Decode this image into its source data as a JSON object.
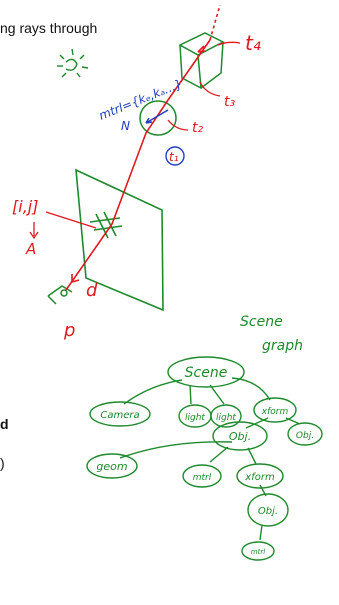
{
  "slide": {
    "heading_fragment": "ng rays through",
    "bold_fragment": "d",
    "paren_fragment": ")"
  },
  "ray_diagram": {
    "label_t4": "t₄",
    "label_t3": "t₃",
    "label_t2": "t₂",
    "label_t1": "t₁",
    "label_N": "N",
    "label_mtrl": "mtrl={kₑ,kₐ...}",
    "label_pixel": "[i,j]",
    "label_A": "A",
    "label_d": "d",
    "label_p": "p"
  },
  "scene_graph": {
    "title_line1": "Scene",
    "title_line2": "graph",
    "nodes": {
      "root": "Scene",
      "camera": "Camera",
      "light1": "light",
      "light2": "light",
      "xform1": "xform",
      "obj1": "Obj.",
      "obj2": "Obj.",
      "geom": "geom",
      "mtrl1": "mtrl",
      "xform2": "xform",
      "obj3": "Obj.",
      "mtrl2": "mtrl"
    }
  },
  "colors": {
    "red": "#e0191f",
    "green": "#1e8a2c",
    "blue": "#1f3fc2"
  }
}
